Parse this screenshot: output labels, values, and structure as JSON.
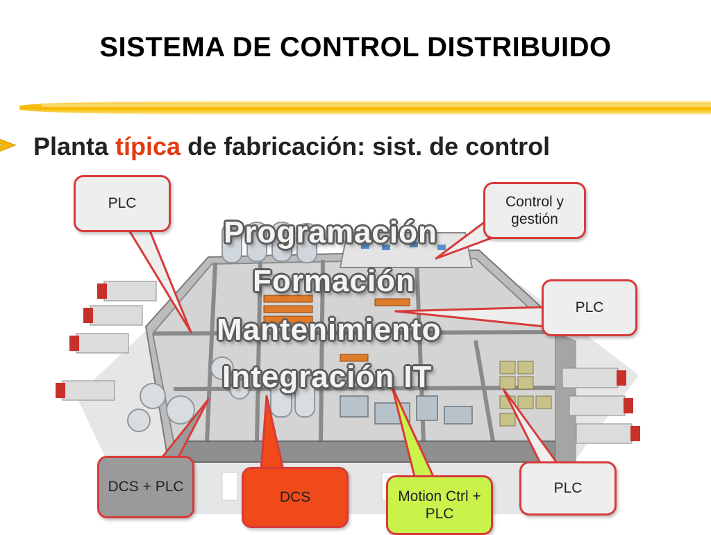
{
  "title": "SISTEMA DE CONTROL DISTRIBUIDO",
  "subtitle": {
    "part1": "Planta ",
    "highlight": "típica",
    "part2": " de fabricación: sist. de control"
  },
  "overlay_labels": [
    "Programación",
    "Formación",
    "Mantenimiento",
    "Integración IT"
  ],
  "callouts": {
    "plc_top_left": "PLC",
    "control_gestion": "Control y gestión",
    "plc_right": "PLC",
    "dcs_plc": "DCS + PLC",
    "dcs": "DCS",
    "motion": "Motion Ctrl + PLC",
    "plc_bottom_right": "PLC"
  },
  "colors": {
    "accent_orange": "#e23b12",
    "callout_border": "#d83a3a",
    "dcs_fill": "#f04a1a",
    "motion_fill": "#c9f24a",
    "dcs_plc_fill": "#9a9a9a",
    "plain_fill": "#eeeeee",
    "stripe": "#f5b800"
  }
}
